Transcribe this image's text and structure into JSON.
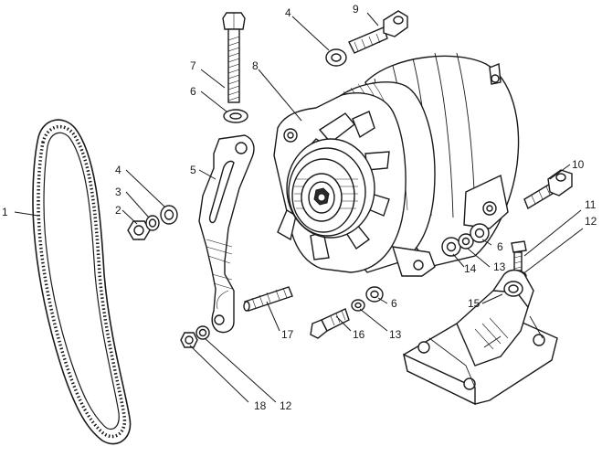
{
  "callouts": [
    {
      "id": "c1",
      "text": "1"
    },
    {
      "id": "c2",
      "text": "2"
    },
    {
      "id": "c3",
      "text": "3"
    },
    {
      "id": "c4a",
      "text": "4"
    },
    {
      "id": "c4b",
      "text": "4"
    },
    {
      "id": "c5",
      "text": "5"
    },
    {
      "id": "c6a",
      "text": "6"
    },
    {
      "id": "c6b",
      "text": "6"
    },
    {
      "id": "c6c",
      "text": "6"
    },
    {
      "id": "c7",
      "text": "7"
    },
    {
      "id": "c8",
      "text": "8"
    },
    {
      "id": "c9",
      "text": "9"
    },
    {
      "id": "c10",
      "text": "10"
    },
    {
      "id": "c11",
      "text": "11"
    },
    {
      "id": "c12a",
      "text": "12"
    },
    {
      "id": "c12b",
      "text": "12"
    },
    {
      "id": "c13a",
      "text": "13"
    },
    {
      "id": "c13b",
      "text": "13"
    },
    {
      "id": "c14",
      "text": "14"
    },
    {
      "id": "c15",
      "text": "15"
    },
    {
      "id": "c16",
      "text": "16"
    },
    {
      "id": "c17",
      "text": "17"
    },
    {
      "id": "c18",
      "text": "18"
    }
  ]
}
